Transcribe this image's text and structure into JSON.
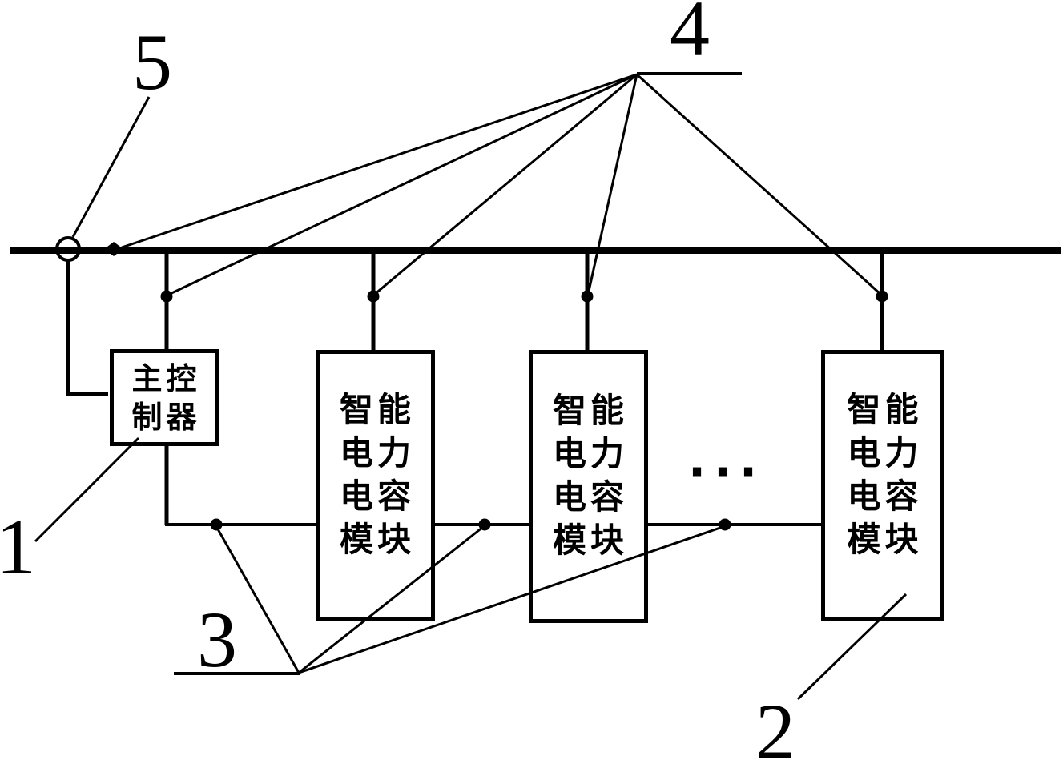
{
  "colors": {
    "ink": "#000000",
    "background": "#ffffff"
  },
  "reference_labels": {
    "label_1": "1",
    "label_2": "2",
    "label_3": "3",
    "label_4": "4",
    "label_5": "5"
  },
  "boxes": {
    "controller": {
      "lines": [
        "主控",
        "制器"
      ]
    },
    "module": {
      "lines": [
        "智能",
        "电力",
        "电容",
        "模块"
      ]
    }
  },
  "ellipsis": "···"
}
